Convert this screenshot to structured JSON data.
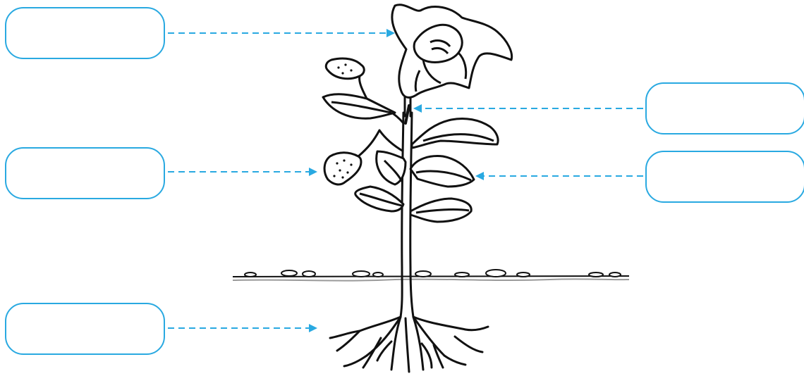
{
  "diagram": {
    "accent_color": "#29a9e1",
    "line_color": "#111111",
    "soil_color": "#9a9a9a",
    "illustration": "flowering-plant-with-roots",
    "labels": [
      {
        "id": "flower",
        "text": ""
      },
      {
        "id": "fruit",
        "text": ""
      },
      {
        "id": "root",
        "text": ""
      },
      {
        "id": "stem",
        "text": ""
      },
      {
        "id": "leaf",
        "text": ""
      }
    ]
  }
}
